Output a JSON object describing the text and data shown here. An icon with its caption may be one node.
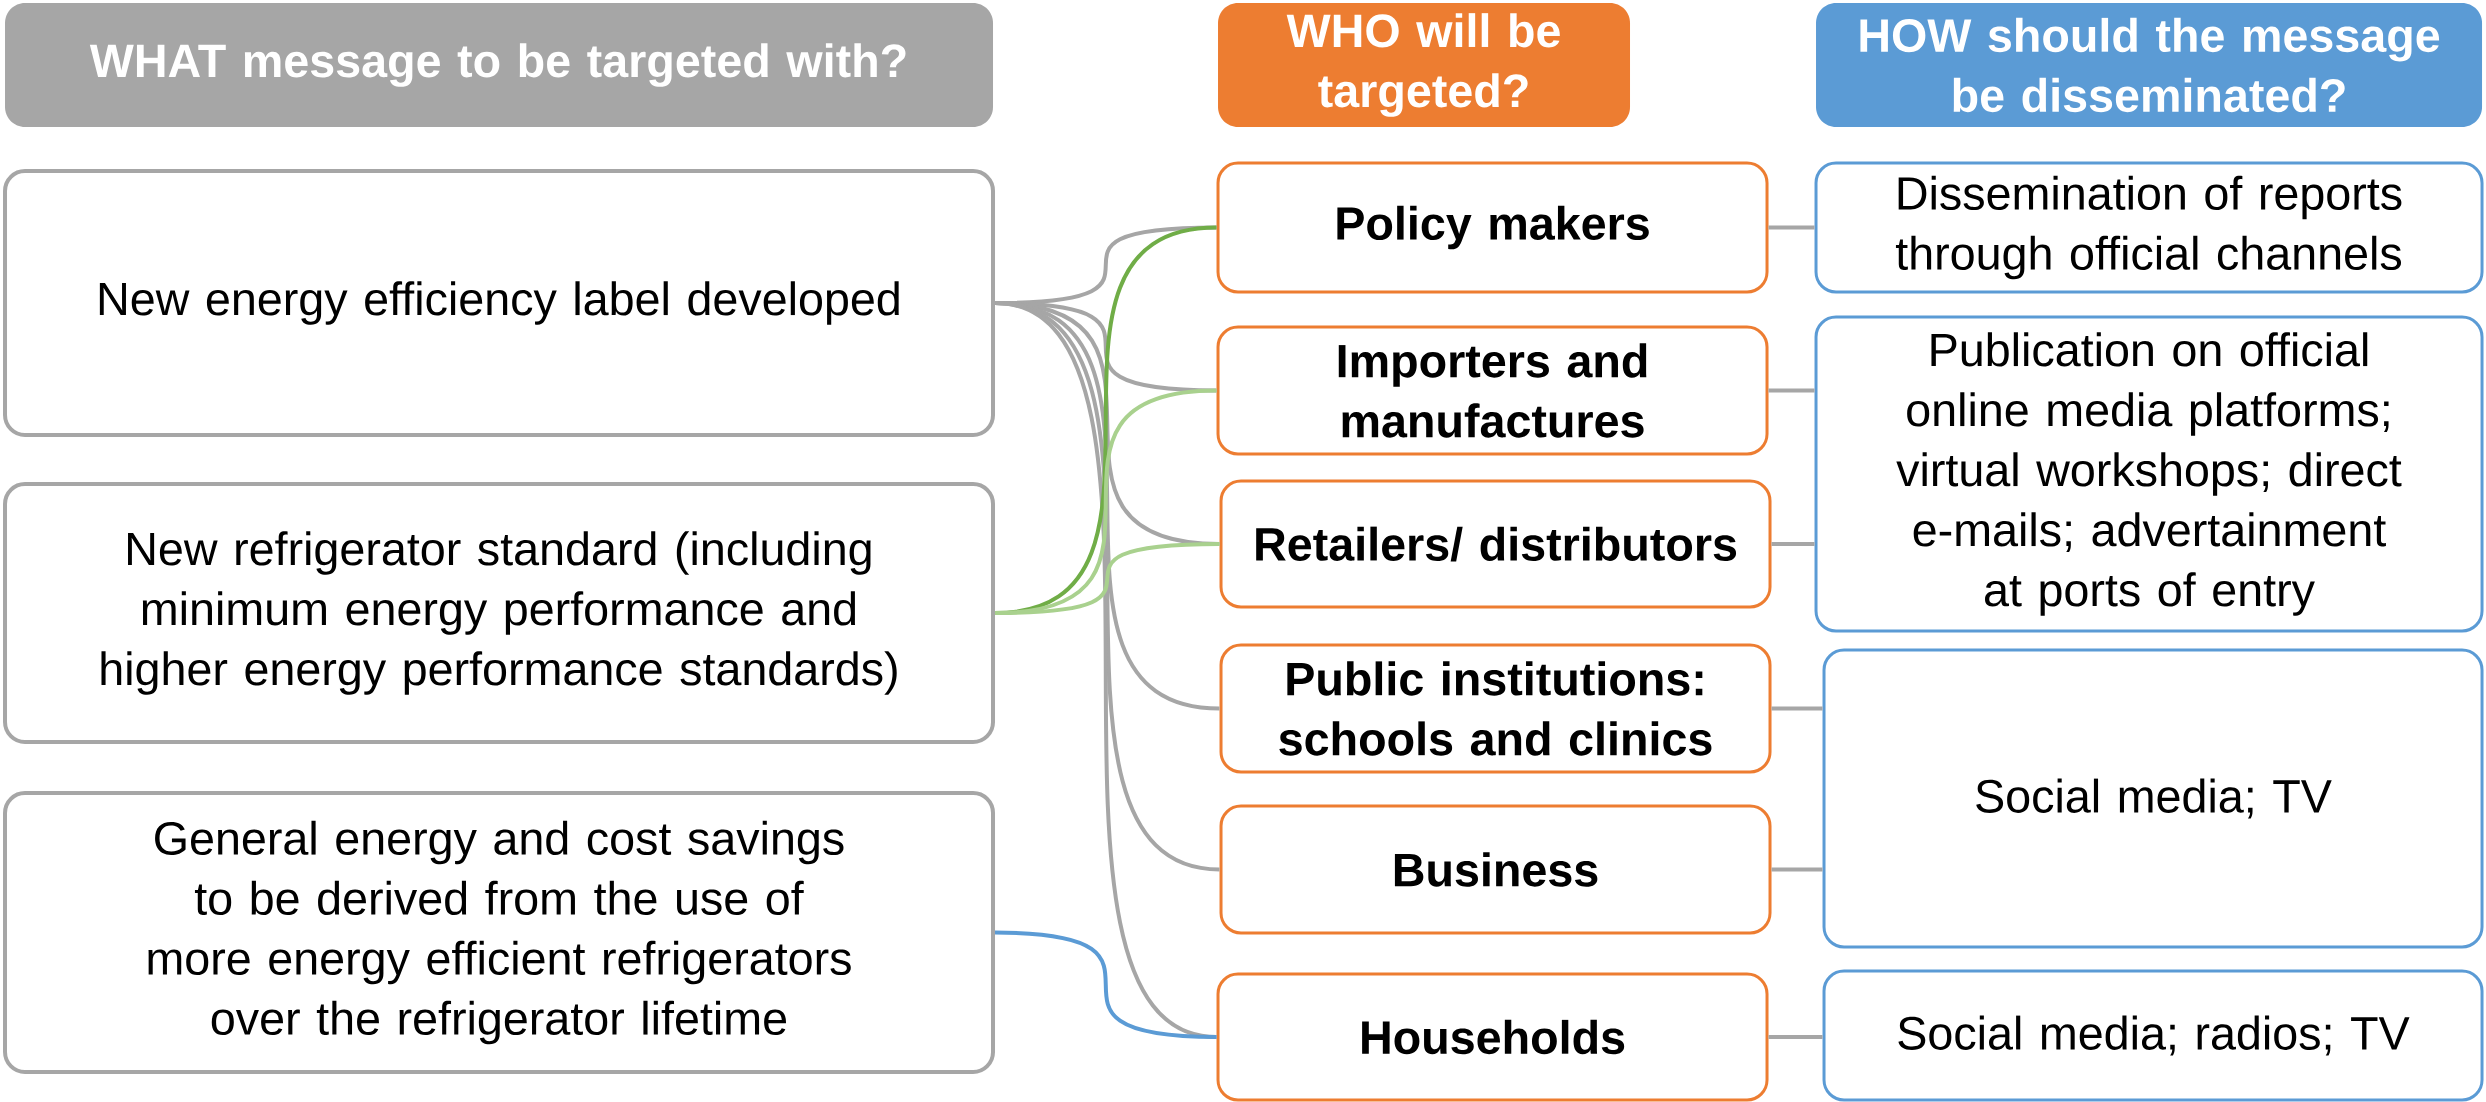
{
  "diagram": {
    "nodes": [
      {
        "text": [
          "WHAT message to be targeted with?"
        ]
      },
      {
        "text": [
          "WHO will be targeted?"
        ]
      },
      {
        "text": [
          "HOW should the message be disseminated?"
        ]
      },
      {
        "text": [
          "New energy efficiency label developed"
        ]
      },
      {
        "text": [
          "New refrigerator standard (including minimum energy performance and higher energy performance standards)"
        ]
      },
      {
        "text": [
          "General energy and cost savings to be derived from the use of more energy efficient refrigerators over the refrigerator lifetime"
        ]
      },
      {
        "text": [
          "Policy makers"
        ]
      },
      {
        "text": [
          "Importers and manufactures"
        ]
      },
      {
        "text": [
          "Retailers/ distributors"
        ]
      },
      {
        "text": [
          "Public institutions: schools and clinics"
        ]
      },
      {
        "text": [
          "Business"
        ]
      },
      {
        "text": [
          "Households"
        ]
      },
      {
        "text": [
          "Dissemination of reports through official channels"
        ]
      },
      {
        "text": [
          "Publication on official online media platforms; virtual workshops; direct e-mails; advertainment at ports of entry"
        ]
      },
      {
        "text": [
          "Social media; TV"
        ]
      },
      {
        "text": [
          "Social media; radios; TV"
        ]
      }
    ],
    "edges": [
      {
        "from": 3,
        "to": 6,
        "arrow": "none"
      },
      {
        "from": 3,
        "to": 7,
        "arrow": "none"
      },
      {
        "from": 3,
        "to": 8,
        "arrow": "none"
      },
      {
        "from": 3,
        "to": 9,
        "arrow": "none"
      },
      {
        "from": 3,
        "to": 10,
        "arrow": "none"
      },
      {
        "from": 3,
        "to": 11,
        "arrow": "none"
      },
      {
        "from": 4,
        "to": 6,
        "arrow": "none",
        "color": "#70ad47"
      },
      {
        "from": 4,
        "to": 7,
        "arrow": "none",
        "color": "#a9d18e"
      },
      {
        "from": 4,
        "to": 8,
        "arrow": "none",
        "color": "#a9d18e"
      },
      {
        "from": 5,
        "to": 11,
        "arrow": "none",
        "color": "#5b9bd5"
      },
      {
        "from": 6,
        "to": 12,
        "arrow": "none"
      },
      {
        "from": 7,
        "to": 13,
        "arrow": "none"
      },
      {
        "from": 8,
        "to": 13,
        "arrow": "none"
      },
      {
        "from": 9,
        "to": 14,
        "arrow": "none"
      },
      {
        "from": 10,
        "to": 14,
        "arrow": "none"
      },
      {
        "from": 11,
        "to": 15,
        "arrow": "none"
      }
    ]
  }
}
